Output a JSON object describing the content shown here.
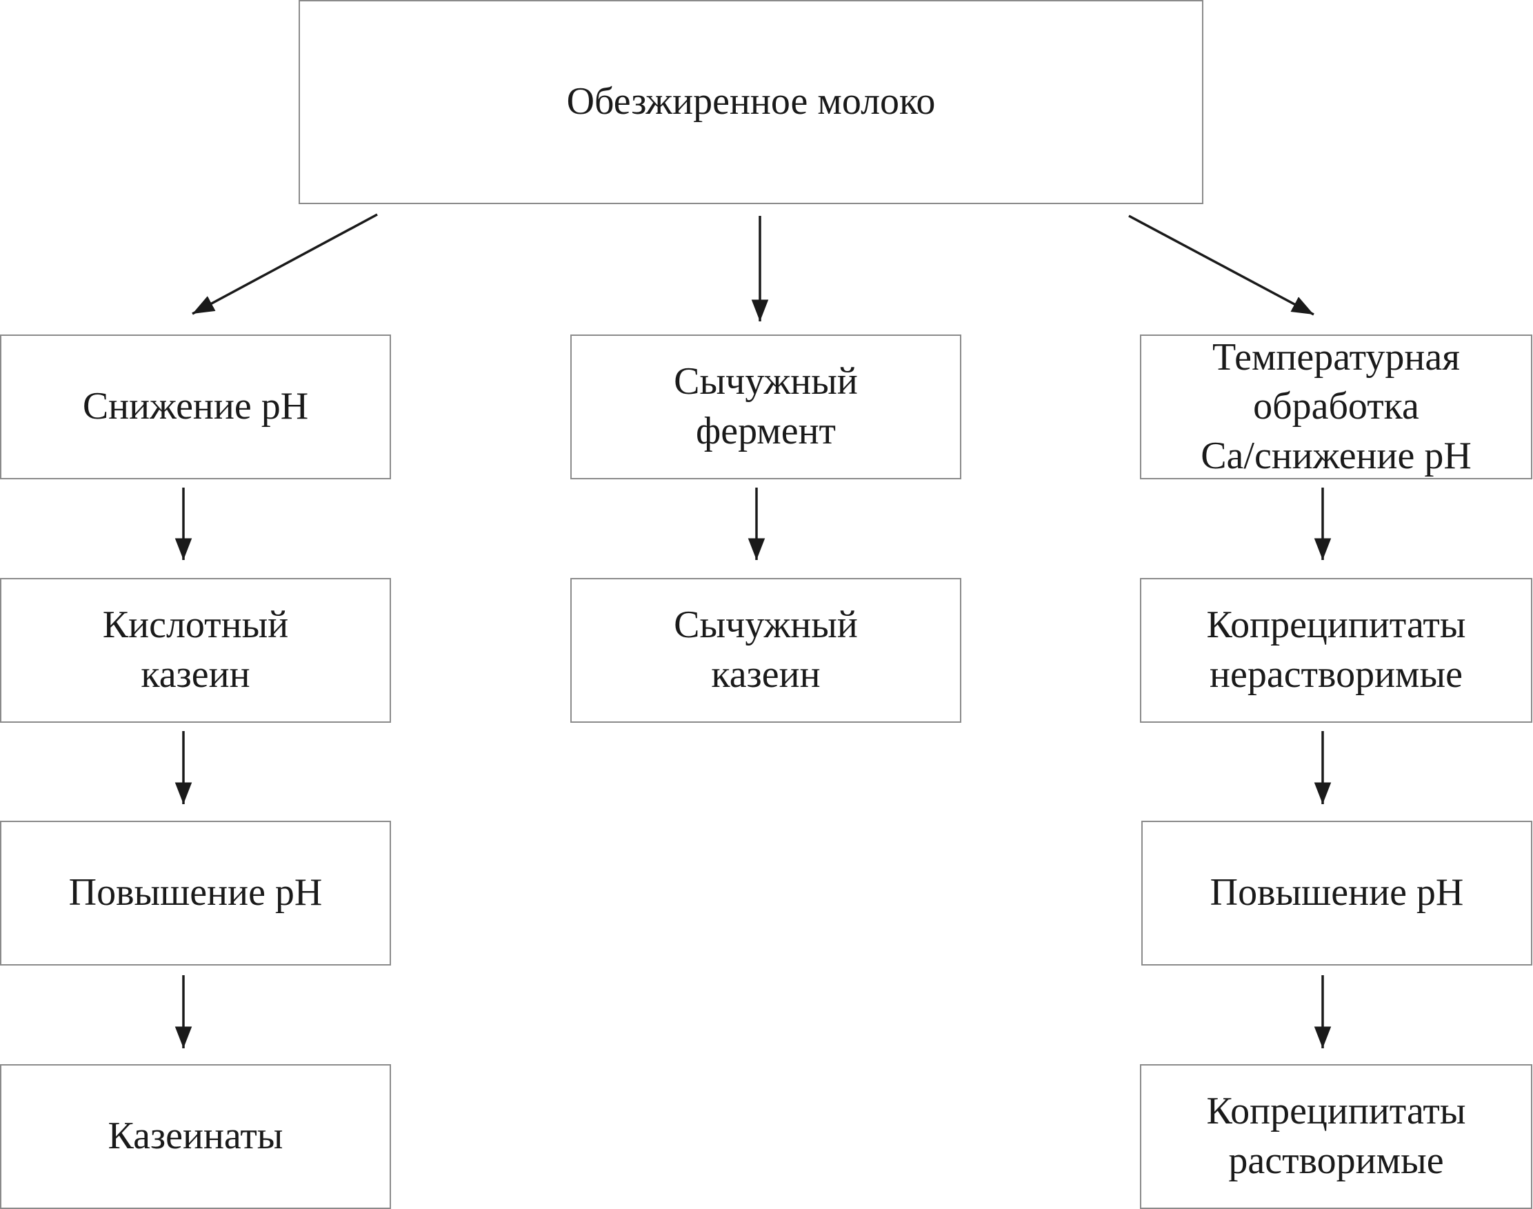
{
  "nodes": {
    "root": "Обезжиренное молоко",
    "left_1": "Снижение pH",
    "left_2": "Кислотный\nказеин",
    "left_3": "Повышение pH",
    "left_4": "Казеинаты",
    "mid_1": "Сычужный\nфермент",
    "mid_2": "Сычужный\nказеин",
    "right_1": "Температурная\nобработка\nCa/снижение pH",
    "right_2": "Копреципитаты\nнерастворимые",
    "right_3": "Повышение pH",
    "right_4": "Копреципитаты\nрастворимые"
  },
  "edges": [
    [
      "root",
      "left_1"
    ],
    [
      "root",
      "mid_1"
    ],
    [
      "root",
      "right_1"
    ],
    [
      "left_1",
      "left_2"
    ],
    [
      "left_2",
      "left_3"
    ],
    [
      "left_3",
      "left_4"
    ],
    [
      "mid_1",
      "mid_2"
    ],
    [
      "right_1",
      "right_2"
    ],
    [
      "right_2",
      "right_3"
    ],
    [
      "right_3",
      "right_4"
    ]
  ]
}
